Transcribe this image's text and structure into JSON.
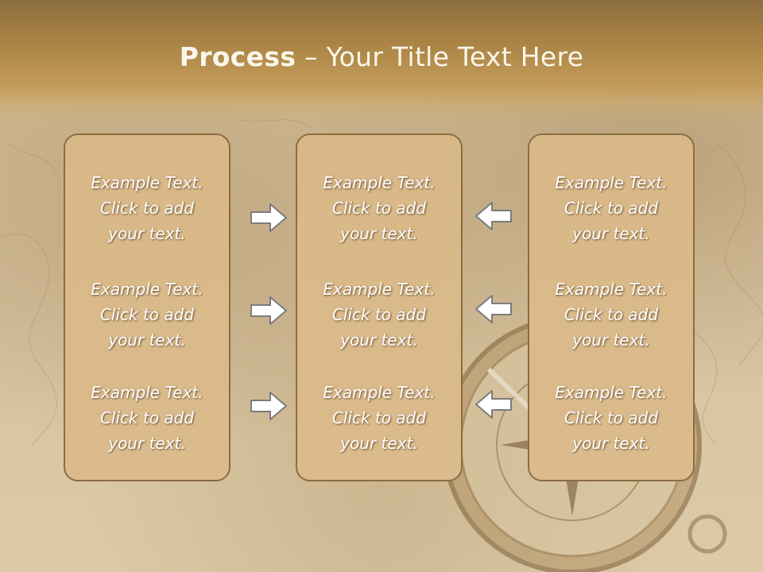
{
  "slide": {
    "title_bold": "Process",
    "title_rest": " – Your Title Text Here"
  },
  "columns": [
    {
      "items": [
        {
          "line1": "Example Text.",
          "line2": "Click  to add",
          "line3": "your text."
        },
        {
          "line1": "Example Text.",
          "line2": "Click  to add",
          "line3": "your text."
        },
        {
          "line1": "Example Text.",
          "line2": "Click  to add",
          "line3": "your text."
        }
      ]
    },
    {
      "items": [
        {
          "line1": "Example Text.",
          "line2": "Click  to add",
          "line3": "your text."
        },
        {
          "line1": "Example Text.",
          "line2": "Click  to add",
          "line3": "your text."
        },
        {
          "line1": "Example Text.",
          "line2": "Click  to add",
          "line3": "your text."
        }
      ]
    },
    {
      "items": [
        {
          "line1": "Example Text.",
          "line2": "Click  to add",
          "line3": "your text."
        },
        {
          "line1": "Example Text.",
          "line2": "Click  to add",
          "line3": "your text."
        },
        {
          "line1": "Example Text.",
          "line2": "Click  to add",
          "line3": "your text."
        }
      ]
    }
  ],
  "arrows": {
    "left_group": "arrow-right-icon",
    "right_group": "arrow-left-icon"
  },
  "colors": {
    "header": "#a98344",
    "box_fill": "#d9b887",
    "box_border": "#8c6c42",
    "text": "#ffffff"
  }
}
